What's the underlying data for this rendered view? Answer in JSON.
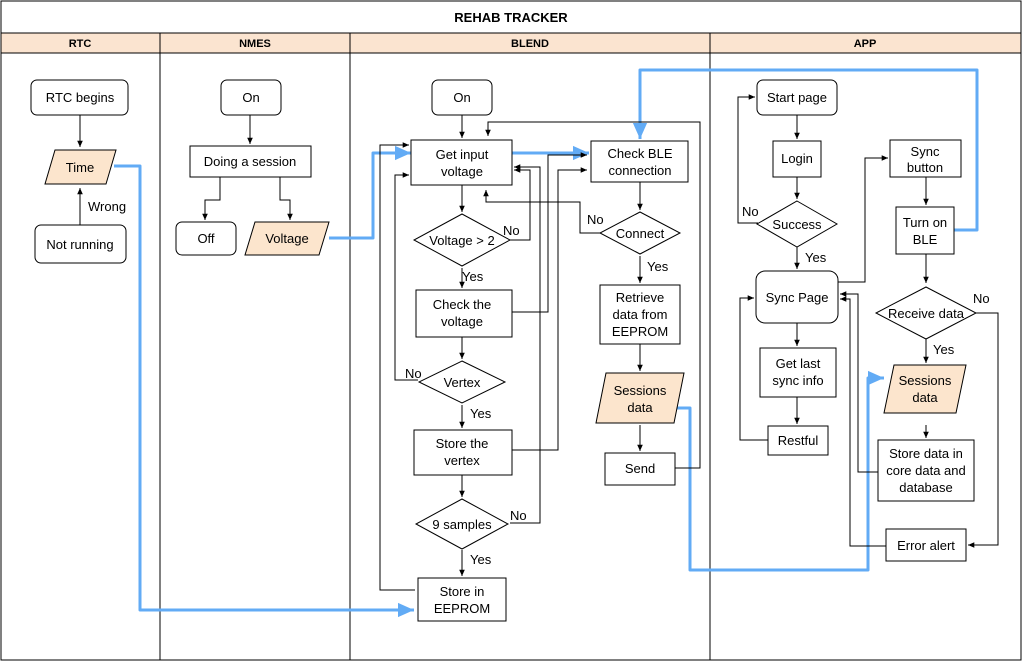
{
  "title": "REHAB TRACKER",
  "colors": {
    "lane_header": "#fbe4d0",
    "data_fill": "#fce5cd",
    "blue_flow": "#62abf5",
    "line": "#000000"
  },
  "lanes": [
    "RTC",
    "NMES",
    "BLEND",
    "APP"
  ],
  "rtc": {
    "rtc_begins": "RTC begins",
    "time": "Time",
    "not_running": "Not running",
    "wrong_label": "Wrong"
  },
  "nmes": {
    "on": "On",
    "doing_session": "Doing a session",
    "off": "Off",
    "voltage": "Voltage"
  },
  "blend": {
    "on": "On",
    "get_input_voltage": [
      "Get input",
      "voltage"
    ],
    "voltage_gt_2": "Voltage > 2",
    "check_voltage": [
      "Check the",
      "voltage"
    ],
    "vertex": "Vertex",
    "store_vertex": [
      "Store the",
      "vertex"
    ],
    "nine_samples": "9 samples",
    "store_eeprom": [
      "Store in",
      "EEPROM"
    ],
    "check_ble": [
      "Check BLE",
      "connection"
    ],
    "connect": "Connect",
    "retrieve": [
      "Retrieve",
      "data from",
      "EEPROM"
    ],
    "sessions_data": [
      "Sessions",
      "data"
    ],
    "send": "Send"
  },
  "app": {
    "start_page": "Start page",
    "login": "Login",
    "success": "Success",
    "sync_page": "Sync Page",
    "get_last_sync": [
      "Get last",
      "sync info"
    ],
    "restful": "Restful",
    "sync_button": [
      "Sync",
      "button"
    ],
    "turn_on_ble": [
      "Turn on",
      "BLE"
    ],
    "receive_data": "Receive data",
    "sessions_data": [
      "Sessions",
      "data"
    ],
    "store_core": [
      "Store data in",
      "core data and",
      "database"
    ],
    "error_alert": "Error alert"
  },
  "edge_labels": {
    "yes": "Yes",
    "no": "No"
  }
}
